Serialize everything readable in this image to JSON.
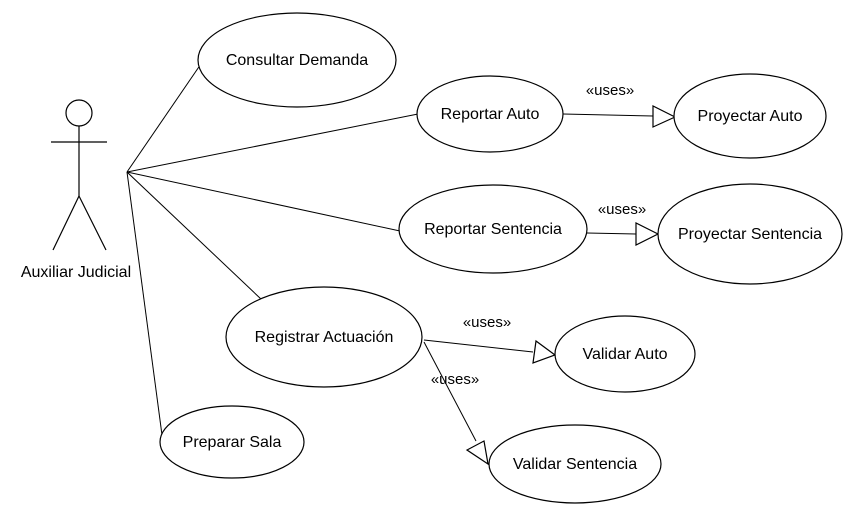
{
  "actor": {
    "name": "Auxiliar Judicial"
  },
  "use_cases": {
    "consultar_demanda": "Consultar Demanda",
    "reportar_auto": "Reportar Auto",
    "proyectar_auto": "Proyectar Auto",
    "reportar_sentencia": "Reportar Sentencia",
    "proyectar_sentencia": "Proyectar Sentencia",
    "registrar_actuacion": "Registrar Actuación",
    "validar_auto": "Validar Auto",
    "validar_sentencia": "Validar Sentencia",
    "preparar_sala": "Preparar Sala"
  },
  "relations": {
    "uses_label": "«uses»"
  }
}
